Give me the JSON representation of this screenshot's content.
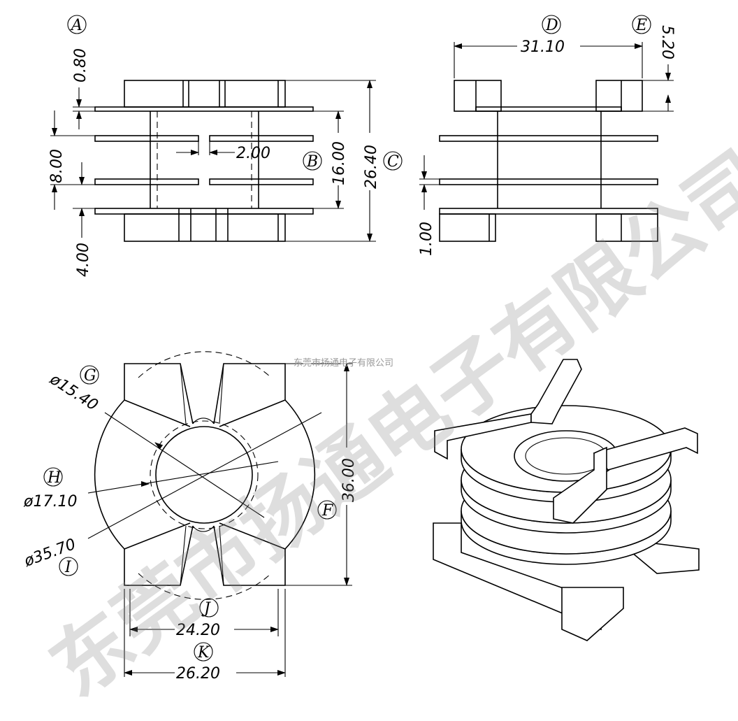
{
  "labels": {
    "A": "A",
    "B": "B",
    "C": "C",
    "D": "D",
    "E": "E",
    "F": "F",
    "G": "G",
    "H": "H",
    "I": "I",
    "J": "J",
    "K": "K"
  },
  "dimensions": {
    "d080": "0.80",
    "d800": "8.00",
    "d400": "4.00",
    "d200": "2.00",
    "d1600": "16.00",
    "d2640": "26.40",
    "d3110": "31.10",
    "d520": "5.20",
    "d100": "1.00",
    "d1540": "ø15.40",
    "d1710": "ø17.10",
    "d3570": "ø35.70",
    "d3600": "36.00",
    "d2420": "24.20",
    "d2620": "26.20"
  },
  "watermark": {
    "main": "东莞市扬通电子有限公司",
    "small": "东莞市扬通电子有限公司"
  }
}
